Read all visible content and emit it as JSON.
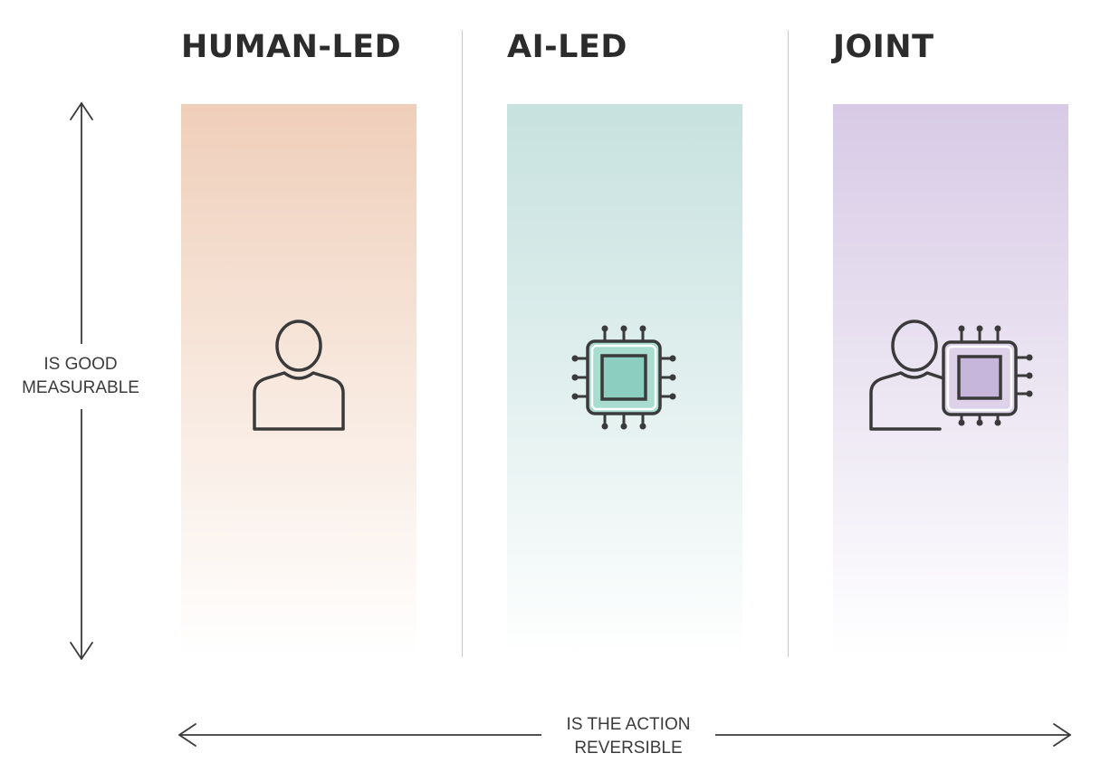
{
  "columns": [
    {
      "title": "HUMAN-LED",
      "icon": "person-icon",
      "tint": "#eeccb6"
    },
    {
      "title": "AI-LED",
      "icon": "chip-icon",
      "tint": "#c4e0dd"
    },
    {
      "title": "JOINT",
      "icon": "person-chip-icon",
      "tint": "#d6c7e4"
    }
  ],
  "axes": {
    "vertical": {
      "line1": "IS GOOD",
      "line2": "MEASURABLE"
    },
    "horizontal": {
      "line1": "IS THE ACTION",
      "line2": "REVERSIBLE"
    }
  },
  "colors": {
    "stroke": "#3a3a3a",
    "chip_fill_ai": "#8ccfc0",
    "chip_fill_joint": "#c7b6dc"
  }
}
